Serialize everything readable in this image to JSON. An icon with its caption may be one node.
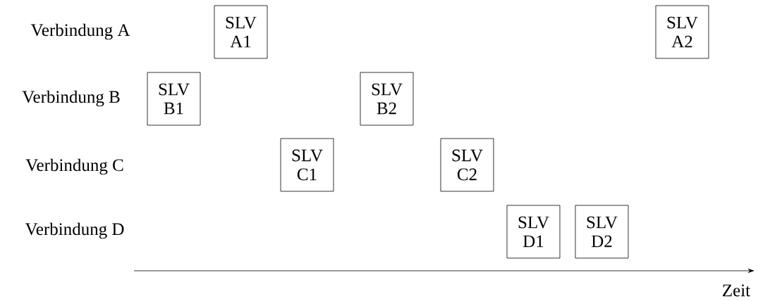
{
  "diagram": {
    "nodes": [
      {
        "text": [
          "SLV A1"
        ]
      },
      {
        "text": [
          "SLV A2"
        ]
      },
      {
        "text": [
          "SLV B1"
        ]
      },
      {
        "text": [
          "SLV B2"
        ]
      },
      {
        "text": [
          "SLV C1"
        ]
      },
      {
        "text": [
          "SLV C2"
        ]
      },
      {
        "text": [
          "SLV D1"
        ]
      },
      {
        "text": [
          "SLV D2"
        ]
      }
    ],
    "labels": [
      "Verbindung A",
      "Verbindung B",
      "Verbindung C",
      "Verbindung D",
      "Zeit"
    ]
  }
}
